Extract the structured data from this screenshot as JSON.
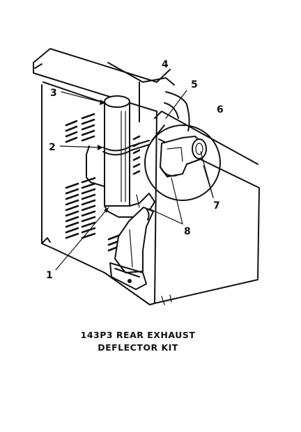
{
  "callouts": {
    "c1": "1",
    "c2": "2",
    "c3": "3",
    "c4": "4",
    "c5": "5",
    "c6": "6",
    "c7": "7",
    "c8": "8"
  },
  "caption": {
    "line1": "143P3 REAR EXHAUST",
    "line2": "DEFLECTOR KIT"
  }
}
